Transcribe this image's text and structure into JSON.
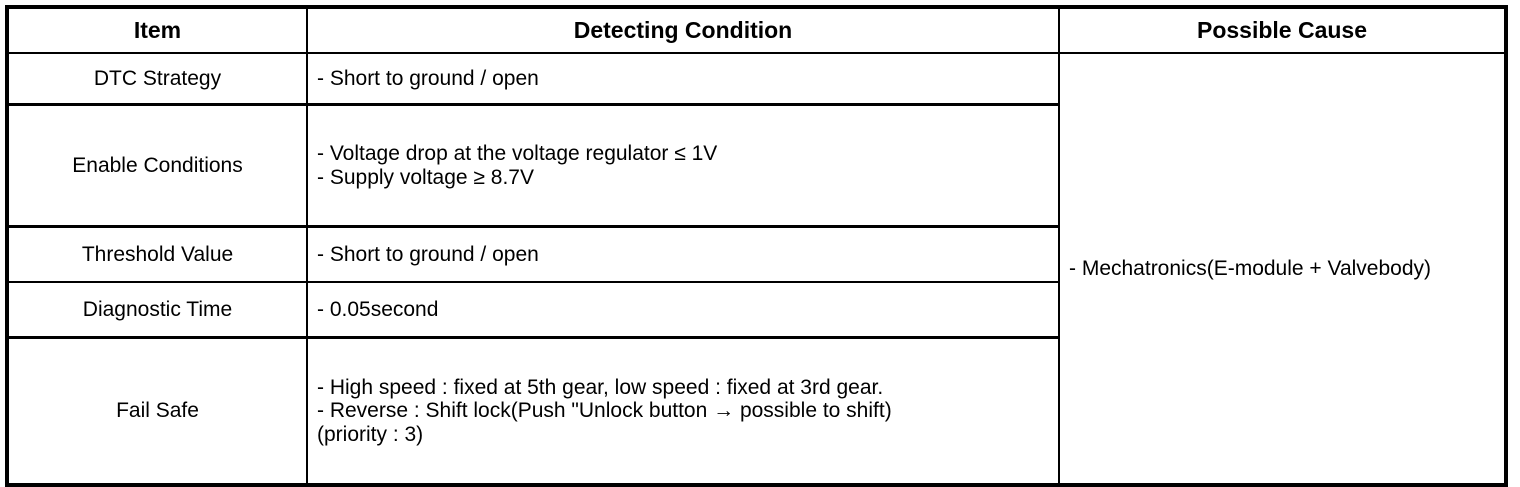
{
  "table": {
    "headers": {
      "item": "Item",
      "condition": "Detecting Condition",
      "cause": "Possible Cause"
    },
    "rows": [
      {
        "item": "DTC Strategy",
        "condition_lines": [
          "-  Short to ground / open"
        ]
      },
      {
        "item": "Enable Conditions",
        "condition_lines": [
          "-  Voltage drop at the voltage regulator ≤ 1V",
          "-  Supply voltage ≥ 8.7V"
        ]
      },
      {
        "item": "Threshold Value",
        "condition_lines": [
          "-  Short to ground / open"
        ]
      },
      {
        "item": "Diagnostic Time",
        "condition_lines": [
          "-  0.05second"
        ]
      },
      {
        "item": "Fail Safe",
        "condition_lines": [
          "-  High speed : fixed at 5th gear, low speed : fixed at 3rd gear.",
          "-  Reverse : Shift lock(Push \"Unlock button → possible to shift)",
          "(priority : 3)"
        ]
      }
    ],
    "cause": "-  Mechatronics(E-module + Valvebody)",
    "colors": {
      "border": "#000000",
      "text": "#000000",
      "background": "#ffffff"
    }
  }
}
